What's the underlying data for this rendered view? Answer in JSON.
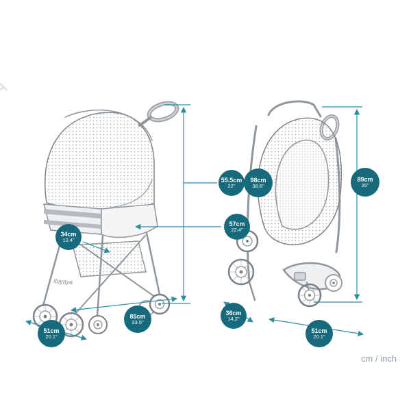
{
  "brand": "ibiyaya",
  "unit_note": "cm / inch",
  "colors": {
    "badge_bg": "#17697c",
    "dimension_line": "#2d8ea1",
    "drawing_stroke": "#7a8187"
  },
  "dimensions": {
    "open": [
      {
        "name": "inner-length",
        "cm": "55.5cm",
        "inch": "22\""
      },
      {
        "name": "overall-height",
        "cm": "98cm",
        "inch": "38.6\""
      },
      {
        "name": "seat-width",
        "cm": "57cm",
        "inch": "22.4\""
      },
      {
        "name": "basket-height",
        "cm": "34cm",
        "inch": "13.4\""
      },
      {
        "name": "overall-length",
        "cm": "85cm",
        "inch": "33.5\""
      },
      {
        "name": "overall-width",
        "cm": "51cm",
        "inch": "20.1\""
      }
    ],
    "folded": [
      {
        "name": "folded-height",
        "cm": "89cm",
        "inch": "35\""
      },
      {
        "name": "folded-depth",
        "cm": "36cm",
        "inch": "14.2\""
      },
      {
        "name": "folded-width",
        "cm": "51cm",
        "inch": "20.1\""
      }
    ]
  }
}
